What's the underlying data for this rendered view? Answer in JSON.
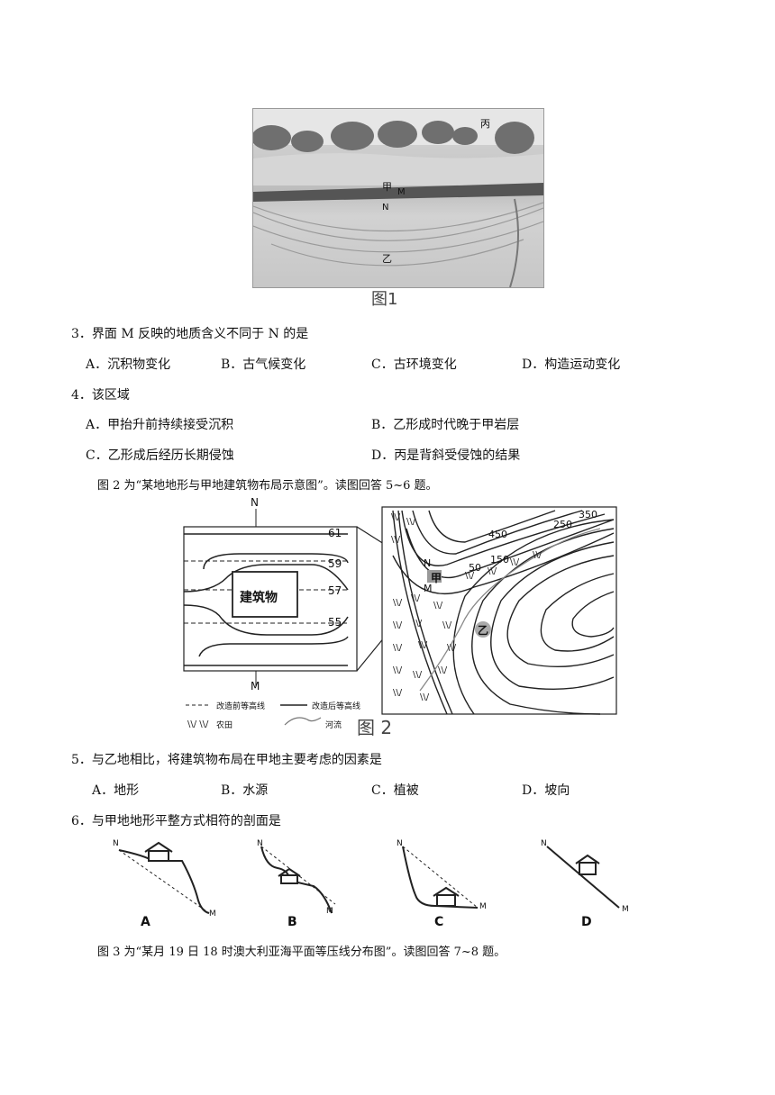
{
  "figure1": {
    "caption": "图1",
    "labels": {
      "bing": "丙",
      "jia": "甲",
      "M": "M",
      "N": "N",
      "yi": "乙"
    }
  },
  "q3": {
    "stem": "3．界面 M 反映的地质含义不同于 N 的是",
    "options": [
      "A．沉积物变化",
      "B．古气候变化",
      "C．古环境变化",
      "D．构造运动变化"
    ]
  },
  "q4": {
    "stem": "4．该区域",
    "options": [
      "A．甲抬升前持续接受沉积",
      "B．乙形成时代晚于甲岩层",
      "C．乙形成后经历长期侵蚀",
      "D．丙是背斜受侵蚀的结果"
    ]
  },
  "intro2": "图 2 为“某地地形与甲地建筑物布局示意图”。读图回答 5~6 题。",
  "figure2": {
    "caption": "图 2",
    "left": {
      "north": "N",
      "south": "M",
      "building": "建筑物",
      "contours": [
        "61",
        "59",
        "57",
        "55"
      ]
    },
    "right": {
      "contours": [
        "450",
        "250",
        "350",
        "150",
        "50"
      ],
      "places": {
        "jia": "甲",
        "yi": "乙",
        "N": "N",
        "M": "M"
      }
    },
    "legend": {
      "before": "改造前等高线",
      "after": "改造后等高线",
      "farmland": "农田",
      "river": "河流"
    }
  },
  "q5": {
    "stem": "5．与乙地相比，将建筑物布局在甲地主要考虑的因素是",
    "options": [
      "A．地形",
      "B．水源",
      "C．植被",
      "D．坡向"
    ]
  },
  "q6": {
    "stem": "6．与甲地地形平整方式相符的剖面是",
    "profiles": [
      {
        "letter": "A",
        "n": "N",
        "m": "M"
      },
      {
        "letter": "B",
        "n": "N",
        "m": "M"
      },
      {
        "letter": "C",
        "n": "N",
        "m": "M"
      },
      {
        "letter": "D",
        "n": "N",
        "m": "M"
      }
    ]
  },
  "intro3": "图 3 为“某月 19 日 18 时澳大利亚海平面等压线分布图”。读图回答 7~8 题。"
}
